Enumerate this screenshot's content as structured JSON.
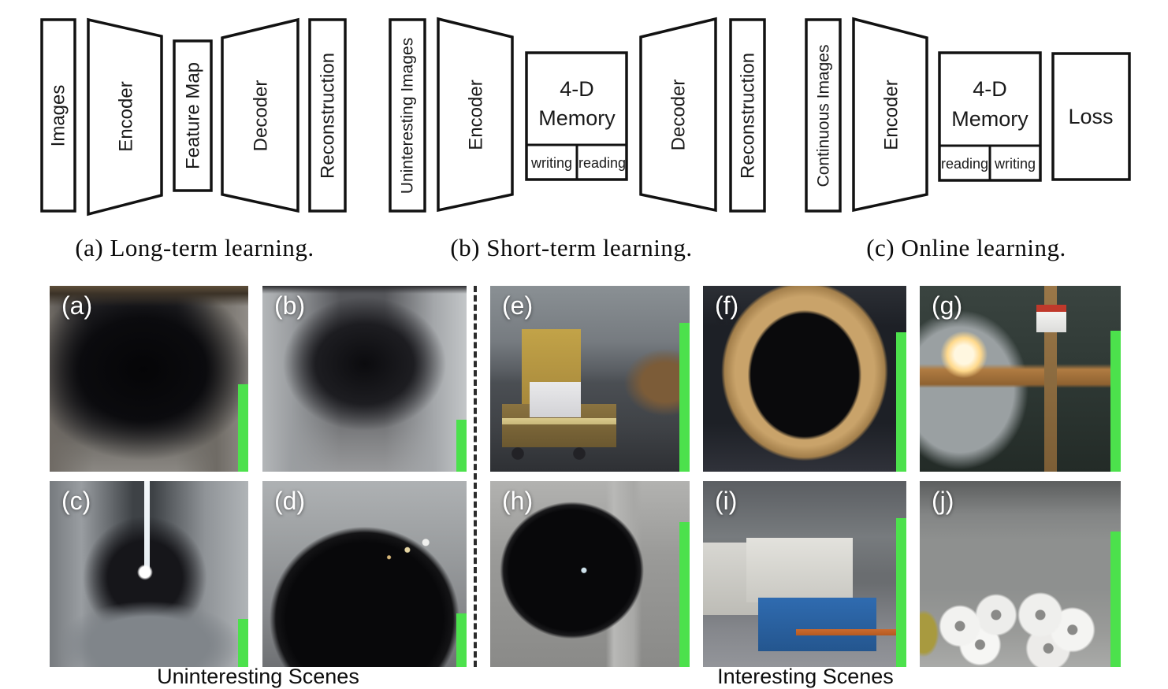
{
  "diagrams": {
    "a": {
      "caption": "(a) Long-term learning.",
      "input": "Images",
      "encoder": "Encoder",
      "feature_map": "Feature Map",
      "decoder": "Decoder",
      "output": "Reconstruction"
    },
    "b": {
      "caption": "(b) Short-term learning.",
      "input": "Uninteresting Images",
      "encoder": "Encoder",
      "memory_title_line1": "4-D",
      "memory_title_line2": "Memory",
      "memory_cell_left": "writing",
      "memory_cell_right": "reading",
      "decoder": "Decoder",
      "output": "Reconstruction"
    },
    "c": {
      "caption": "(c) Online learning.",
      "input": "Continuous Images",
      "encoder": "Encoder",
      "memory_title_line1": "4-D",
      "memory_title_line2": "Memory",
      "memory_cell_left": "reading",
      "memory_cell_right": "writing",
      "loss": "Loss"
    }
  },
  "gallery": {
    "left_group_caption": "Uninteresting Scenes",
    "right_group_caption": "Interesting Scenes",
    "bar_color": "#4ce14c",
    "tiles": [
      {
        "label": "(a)",
        "group": "uninteresting",
        "bar_pct": 47
      },
      {
        "label": "(b)",
        "group": "uninteresting",
        "bar_pct": 28
      },
      {
        "label": "(e)",
        "group": "interesting",
        "bar_pct": 80
      },
      {
        "label": "(f)",
        "group": "interesting",
        "bar_pct": 75
      },
      {
        "label": "(g)",
        "group": "interesting",
        "bar_pct": 76
      },
      {
        "label": "(c)",
        "group": "uninteresting",
        "bar_pct": 26
      },
      {
        "label": "(d)",
        "group": "uninteresting",
        "bar_pct": 29
      },
      {
        "label": "(h)",
        "group": "interesting",
        "bar_pct": 78
      },
      {
        "label": "(i)",
        "group": "interesting",
        "bar_pct": 80
      },
      {
        "label": "(j)",
        "group": "interesting",
        "bar_pct": 73
      }
    ]
  }
}
